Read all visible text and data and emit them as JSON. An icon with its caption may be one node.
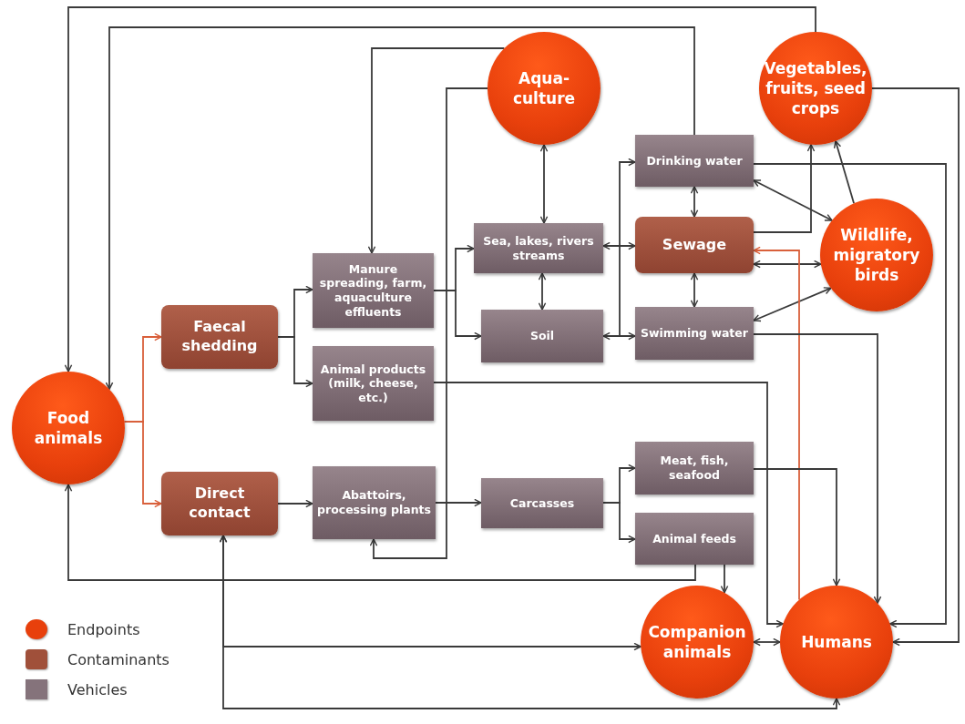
{
  "diagram": {
    "nodes": [
      {
        "text": [
          "Food animals"
        ]
      },
      {
        "text": [
          "Faecal shedding"
        ]
      },
      {
        "text": [
          "Direct contact"
        ]
      },
      {
        "text": [
          "Manure spreading, farm, aquaculture effluents"
        ]
      },
      {
        "text": [
          "Animal products (milk, cheese, etc.)"
        ]
      },
      {
        "text": [
          "Abattoirs, processing plants"
        ]
      },
      {
        "text": [
          "Aqua-culture"
        ]
      },
      {
        "text": [
          "Sea, lakes, rivers streams"
        ]
      },
      {
        "text": [
          "Soil"
        ]
      },
      {
        "text": [
          "Carcasses"
        ]
      },
      {
        "text": [
          "Drinking water"
        ]
      },
      {
        "text": [
          "Sewage"
        ]
      },
      {
        "text": [
          "Swimming water"
        ]
      },
      {
        "text": [
          "Meat, fish, seafood"
        ]
      },
      {
        "text": [
          "Animal feeds"
        ]
      },
      {
        "text": [
          "Vegetables, fruits, seed crops"
        ]
      },
      {
        "text": [
          "Wildlife, migratory birds"
        ]
      },
      {
        "text": [
          "Companion animals"
        ]
      },
      {
        "text": [
          "Humans"
        ]
      }
    ],
    "edges": [
      {
        "from": 0,
        "to": 1,
        "arrow": "to",
        "color": "#d9603b"
      },
      {
        "from": 0,
        "to": 2,
        "arrow": "to",
        "color": "#d9603b"
      },
      {
        "from": 1,
        "to": 3,
        "arrow": "to"
      },
      {
        "from": 1,
        "to": 4,
        "arrow": "to"
      },
      {
        "from": 2,
        "to": 5,
        "arrow": "to"
      },
      {
        "from": 5,
        "to": 9,
        "arrow": "to"
      },
      {
        "from": 9,
        "to": 13,
        "arrow": "to"
      },
      {
        "from": 9,
        "to": 14,
        "arrow": "to"
      },
      {
        "from": 3,
        "to": 7,
        "arrow": "to"
      },
      {
        "from": 3,
        "to": 8,
        "arrow": "to"
      },
      {
        "from": 6,
        "to": 7,
        "arrow": "both"
      },
      {
        "from": 7,
        "to": 8,
        "arrow": "both"
      },
      {
        "from": 7,
        "to": 11,
        "arrow": "both"
      },
      {
        "from": 8,
        "to": 12,
        "arrow": "both"
      },
      {
        "from": 8,
        "to": 10,
        "arrow": "to"
      },
      {
        "from": 10,
        "to": 11,
        "arrow": "both"
      },
      {
        "from": 11,
        "to": 12,
        "arrow": "both"
      },
      {
        "from": 10,
        "to": 16,
        "arrow": "both"
      },
      {
        "from": 11,
        "to": 16,
        "arrow": "both"
      },
      {
        "from": 12,
        "to": 16,
        "arrow": "both"
      },
      {
        "from": 16,
        "to": 15,
        "arrow": "to"
      },
      {
        "from": 11,
        "to": 15,
        "arrow": "to"
      },
      {
        "from": 18,
        "to": 11,
        "arrow": "to",
        "color": "#d9603b"
      },
      {
        "from": 10,
        "to": 18,
        "arrow": "to"
      },
      {
        "from": 12,
        "to": 18,
        "arrow": "to"
      },
      {
        "from": 13,
        "to": 18,
        "arrow": "to"
      },
      {
        "from": 14,
        "to": 17,
        "arrow": "to"
      },
      {
        "from": 14,
        "to": 0,
        "arrow": "to"
      },
      {
        "from": 4,
        "to": 18,
        "arrow": "to"
      },
      {
        "from": 17,
        "to": 18,
        "arrow": "both"
      },
      {
        "from": 6,
        "to": 5,
        "arrow": "to"
      },
      {
        "from": 15,
        "to": 0,
        "arrow": "to"
      },
      {
        "from": 10,
        "to": 0,
        "arrow": "to"
      },
      {
        "from": 6,
        "to": 3,
        "arrow": "to"
      },
      {
        "from": 15,
        "to": 18,
        "arrow": "to"
      },
      {
        "from": 2,
        "to": 17,
        "arrow": "both"
      },
      {
        "from": 2,
        "to": 18,
        "arrow": "both"
      }
    ],
    "legend": [
      {
        "text": "Endpoints",
        "color": "#e8400c"
      },
      {
        "text": "Contaminants",
        "color": "#a0503a"
      },
      {
        "text": "Vehicles",
        "color": "#85737b"
      }
    ]
  }
}
